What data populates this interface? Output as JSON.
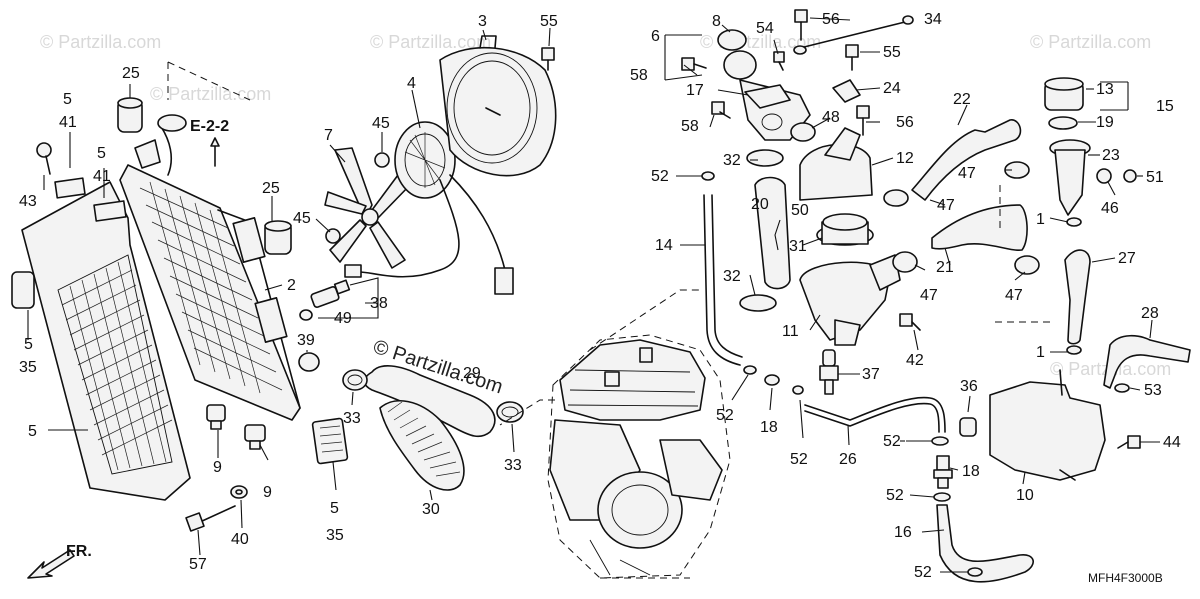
{
  "diagram": {
    "section_ref": "E-2-2",
    "front_marker": "FR.",
    "diagram_code": "MFH4F3000B",
    "watermark_small": "© Partzilla.com",
    "watermark_center": "© Partzilla.com"
  },
  "callouts": {
    "c1": "1",
    "c2": "2",
    "c3": "3",
    "c4": "4",
    "c5": "5",
    "c6": "6",
    "c7": "7",
    "c8": "8",
    "c9": "9",
    "c10": "10",
    "c11": "11",
    "c12": "12",
    "c13": "13",
    "c14": "14",
    "c15": "15",
    "c16": "16",
    "c17": "17",
    "c18": "18",
    "c19": "19",
    "c20": "20",
    "c21": "21",
    "c22": "22",
    "c23": "23",
    "c24": "24",
    "c25": "25",
    "c26": "26",
    "c27": "27",
    "c28": "28",
    "c29": "29",
    "c30": "30",
    "c31": "31",
    "c32": "32",
    "c33": "33",
    "c34": "34",
    "c35": "35",
    "c36": "36",
    "c37": "37",
    "c38": "38",
    "c39": "39",
    "c40": "40",
    "c41": "41",
    "c42": "42",
    "c43": "43",
    "c44": "44",
    "c45": "45",
    "c46": "46",
    "c47": "47",
    "c48": "48",
    "c49": "49",
    "c50": "50",
    "c51": "51",
    "c52": "52",
    "c53": "53",
    "c54": "54",
    "c55": "55",
    "c56": "56",
    "c57": "57",
    "c58": "58"
  },
  "icons": {
    "front_arrow": "arrow-left-down-icon",
    "watermark": "copyright-icon"
  }
}
